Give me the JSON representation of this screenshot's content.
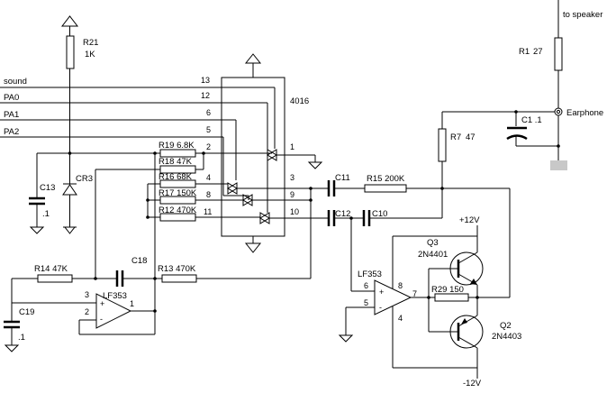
{
  "net_labels": {
    "sound": "sound",
    "pa0": "PA0",
    "pa1": "PA1",
    "pa2": "PA2"
  },
  "top_labels": {
    "to_speaker": "to speaker",
    "earphone": "Earphone",
    "plus12": "+12V",
    "minus12": "-12V"
  },
  "ic_4016": {
    "name": "4016",
    "pins": [
      "13",
      "12",
      "6",
      "5",
      "2",
      "1",
      "4",
      "3",
      "8",
      "9",
      "11",
      "10"
    ]
  },
  "resistors": {
    "r21": {
      "ref": "R21",
      "value": "1K"
    },
    "r1": {
      "ref": "R1",
      "value": "27"
    },
    "r7": {
      "ref": "R7",
      "value": "47"
    },
    "r19": "R19 6.8K",
    "r18": "R18 47K",
    "r16": "R16  68K",
    "r17": "R17 150K",
    "r12": "R12 470K",
    "r15": "R15 200K",
    "r14": "R14 47K",
    "r13": "R13 470K",
    "r29": "R29 150"
  },
  "capacitors": {
    "c1": "C1 .1",
    "c13": "C13",
    "c13v": ".1",
    "c11": "C11",
    "c12": "C12",
    "c10": "C10",
    "c18": "C18",
    "c19": "C19",
    "c19v": ".1"
  },
  "diode": {
    "cr3": "CR3"
  },
  "opamps": {
    "u1": {
      "name": "LF353",
      "pins": [
        "3",
        "2",
        "1"
      ]
    },
    "u2": {
      "name": "LF353",
      "pins": [
        "6",
        "5",
        "8",
        "7",
        "4"
      ]
    }
  },
  "transistors": {
    "q3": {
      "ref": "Q3",
      "part": "2N4401"
    },
    "q2": {
      "ref": "Q2",
      "part": "2N4403"
    }
  }
}
